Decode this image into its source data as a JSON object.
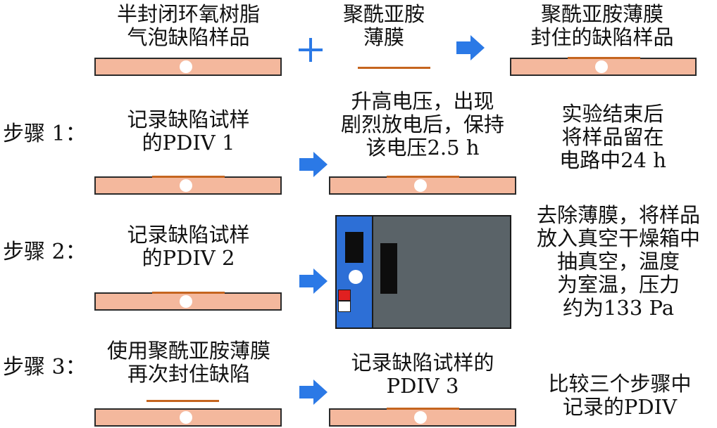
{
  "header": {
    "sample1_label": [
      "半封闭环氧树脂",
      "气泡缺陷样品"
    ],
    "film_label": [
      "聚酰亚胺",
      "薄膜"
    ],
    "sealed_label": [
      "聚酰亚胺薄膜",
      "封住的缺陷样品"
    ]
  },
  "steps": [
    {
      "title": "步骤 1：",
      "left_label": [
        "记录缺陷试样",
        "的PDIV 1"
      ],
      "mid_label": [
        "升高电压，出现",
        "剧烈放电后，保持",
        "该电压2.5 h"
      ],
      "right_label": [
        "实验结束后",
        "将样品留在",
        "电路中24 h"
      ]
    },
    {
      "title": "步骤 2：",
      "left_label": [
        "记录缺陷试样",
        "的PDIV 2"
      ],
      "right_label": [
        "去除薄膜，将样品",
        "放入真空干燥箱中",
        "抽真空，温度",
        "为室温，压力",
        "约为133 Pa"
      ]
    },
    {
      "title": "步骤 3：",
      "left_label": [
        "使用聚酰亚胺薄膜",
        "再次封住缺陷"
      ],
      "mid_label": [
        "记录缺陷试样的",
        "PDIV 3"
      ],
      "right_label": [
        "比较三个步骤中",
        "记录的PDIV"
      ]
    }
  ],
  "colors": {
    "sample_fill": "#f4b89d",
    "film": "#c5651f",
    "arrow": "#2b79e6",
    "oven_panel": "#2d6fd6",
    "oven_body": "#5a6368"
  },
  "icons": {
    "plus": "plus-icon",
    "arrow": "right-arrow-icon",
    "oven": "vacuum-oven-icon"
  }
}
